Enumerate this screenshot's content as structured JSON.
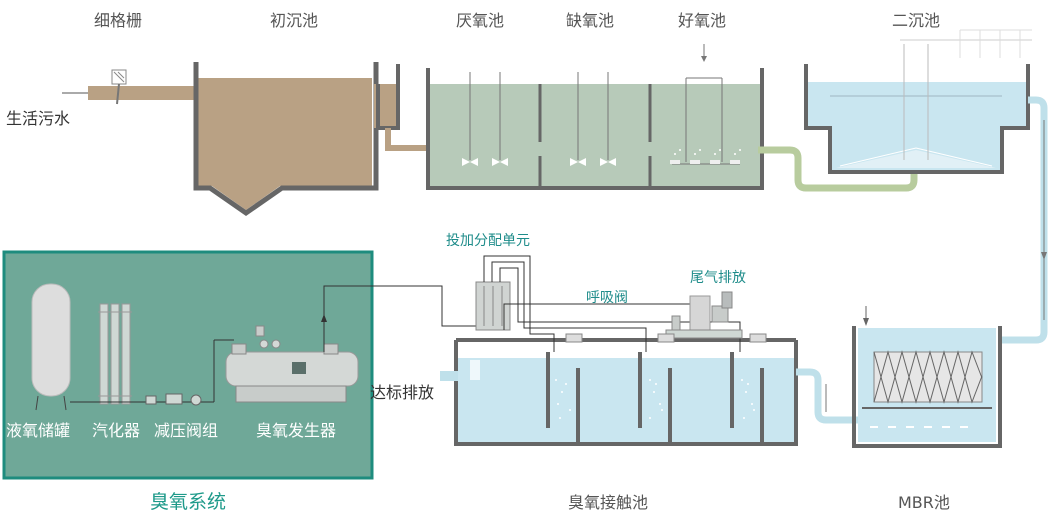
{
  "labels": {
    "screen": "细格栅",
    "primary_clarifier": "初沉池",
    "anaerobic": "厌氧池",
    "anoxic": "缺氧池",
    "aerobic": "好氧池",
    "secondary_clarifier": "二沉池",
    "sewage_inlet": "生活污水",
    "dosing_unit": "投加分配单元",
    "breather_valve": "呼吸阀",
    "tail_gas": "尾气排放",
    "discharge": "达标排放",
    "lox_tank": "液氧储罐",
    "vaporizer": "汽化器",
    "pressure_valve": "减压阀组",
    "ozone_generator": "臭氧发生器",
    "ozone_system": "臭氧系统",
    "ozone_contact": "臭氧接触池",
    "mbr": "MBR池"
  },
  "colors": {
    "sediment": "#b9a184",
    "tank_wall": "#666666",
    "aerobic_water": "#b7cab9",
    "clear_water": "#c9e6f0",
    "pipe_green": "#b8cc9e",
    "pipe_blue": "#bfe0ea",
    "ozone_panel": "#6fa898",
    "ozone_border": "#1e8c7e",
    "teal_text": "#1e8c8a"
  }
}
